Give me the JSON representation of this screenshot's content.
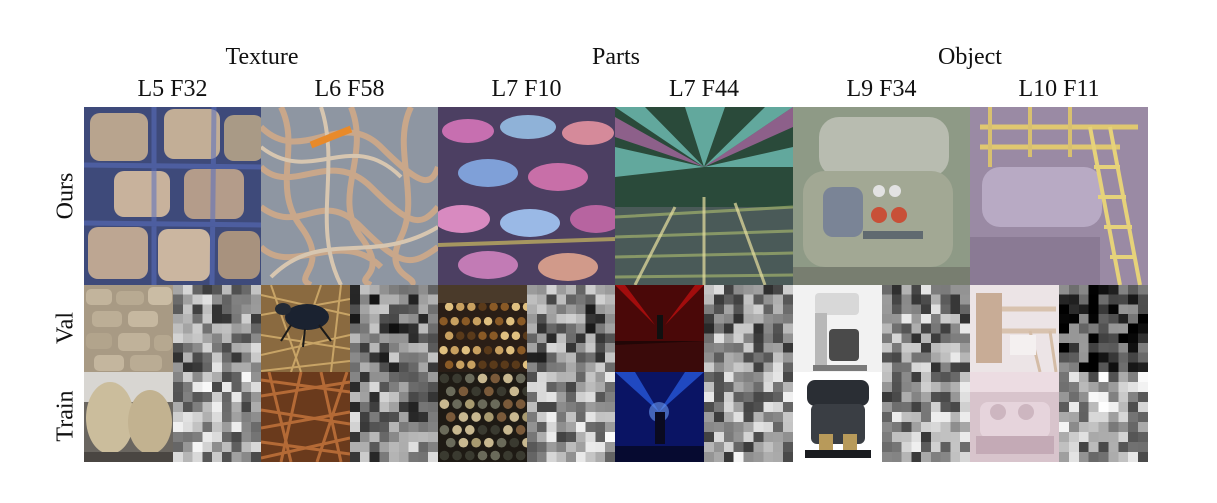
{
  "groups": [
    "Texture",
    "Parts",
    "Object"
  ],
  "columns": [
    "L5 F32",
    "L6 F58",
    "L7 F10",
    "L7 F44",
    "L9 F34",
    "L10 F11"
  ],
  "rows": [
    "Ours",
    "Val",
    "Train"
  ]
}
